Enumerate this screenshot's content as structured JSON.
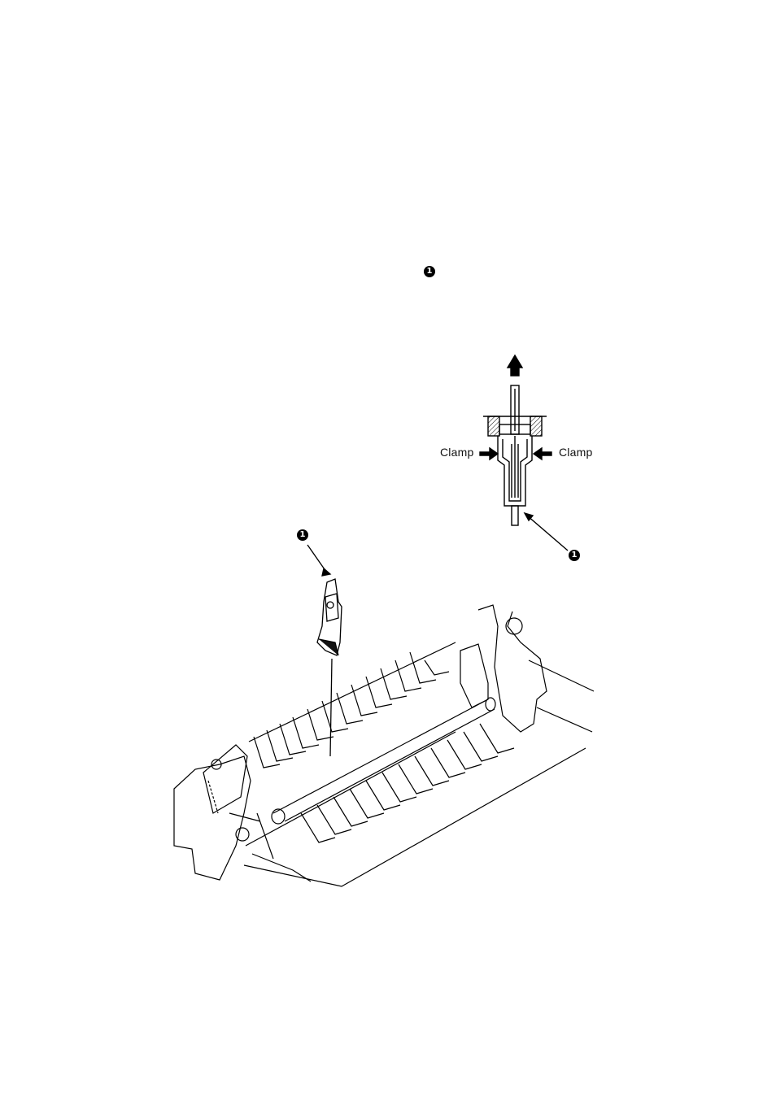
{
  "callouts": {
    "top_marker": "1",
    "detail_marker": "1",
    "part_marker": "1"
  },
  "detail": {
    "clamp_left": "Clamp",
    "clamp_right": "Clamp"
  }
}
